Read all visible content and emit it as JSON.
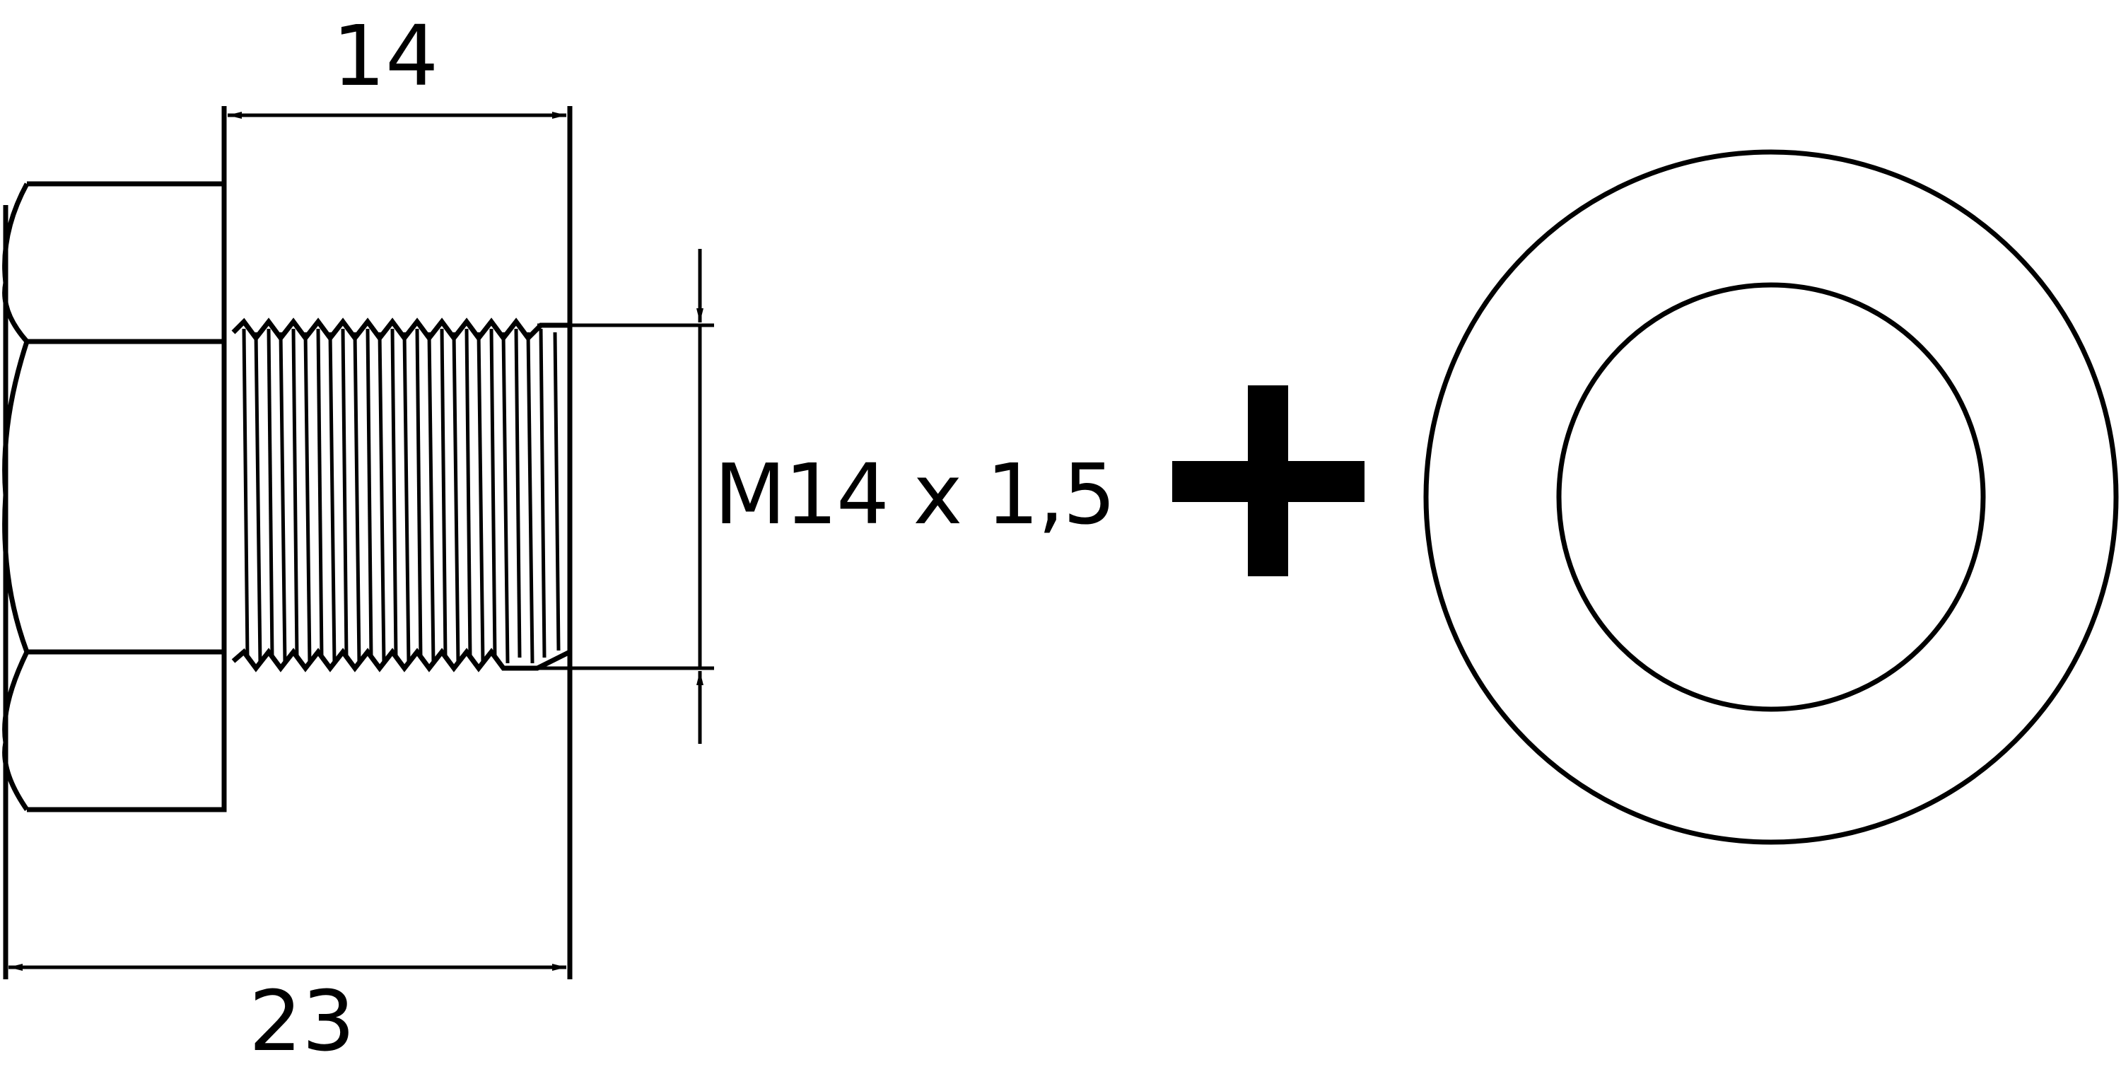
{
  "drawing": {
    "title": "Hex plug screw with sealing washer",
    "dimensions": {
      "thread_length": "14",
      "overall_length": "23",
      "thread_spec": "M14 x 1,5"
    },
    "parts": [
      {
        "name": "hex-head plug screw",
        "view": "side"
      },
      {
        "name": "sealing washer",
        "view": "front"
      }
    ],
    "connector_symbol": "plus",
    "colors": {
      "line": "#000000",
      "background": "#ffffff"
    }
  }
}
